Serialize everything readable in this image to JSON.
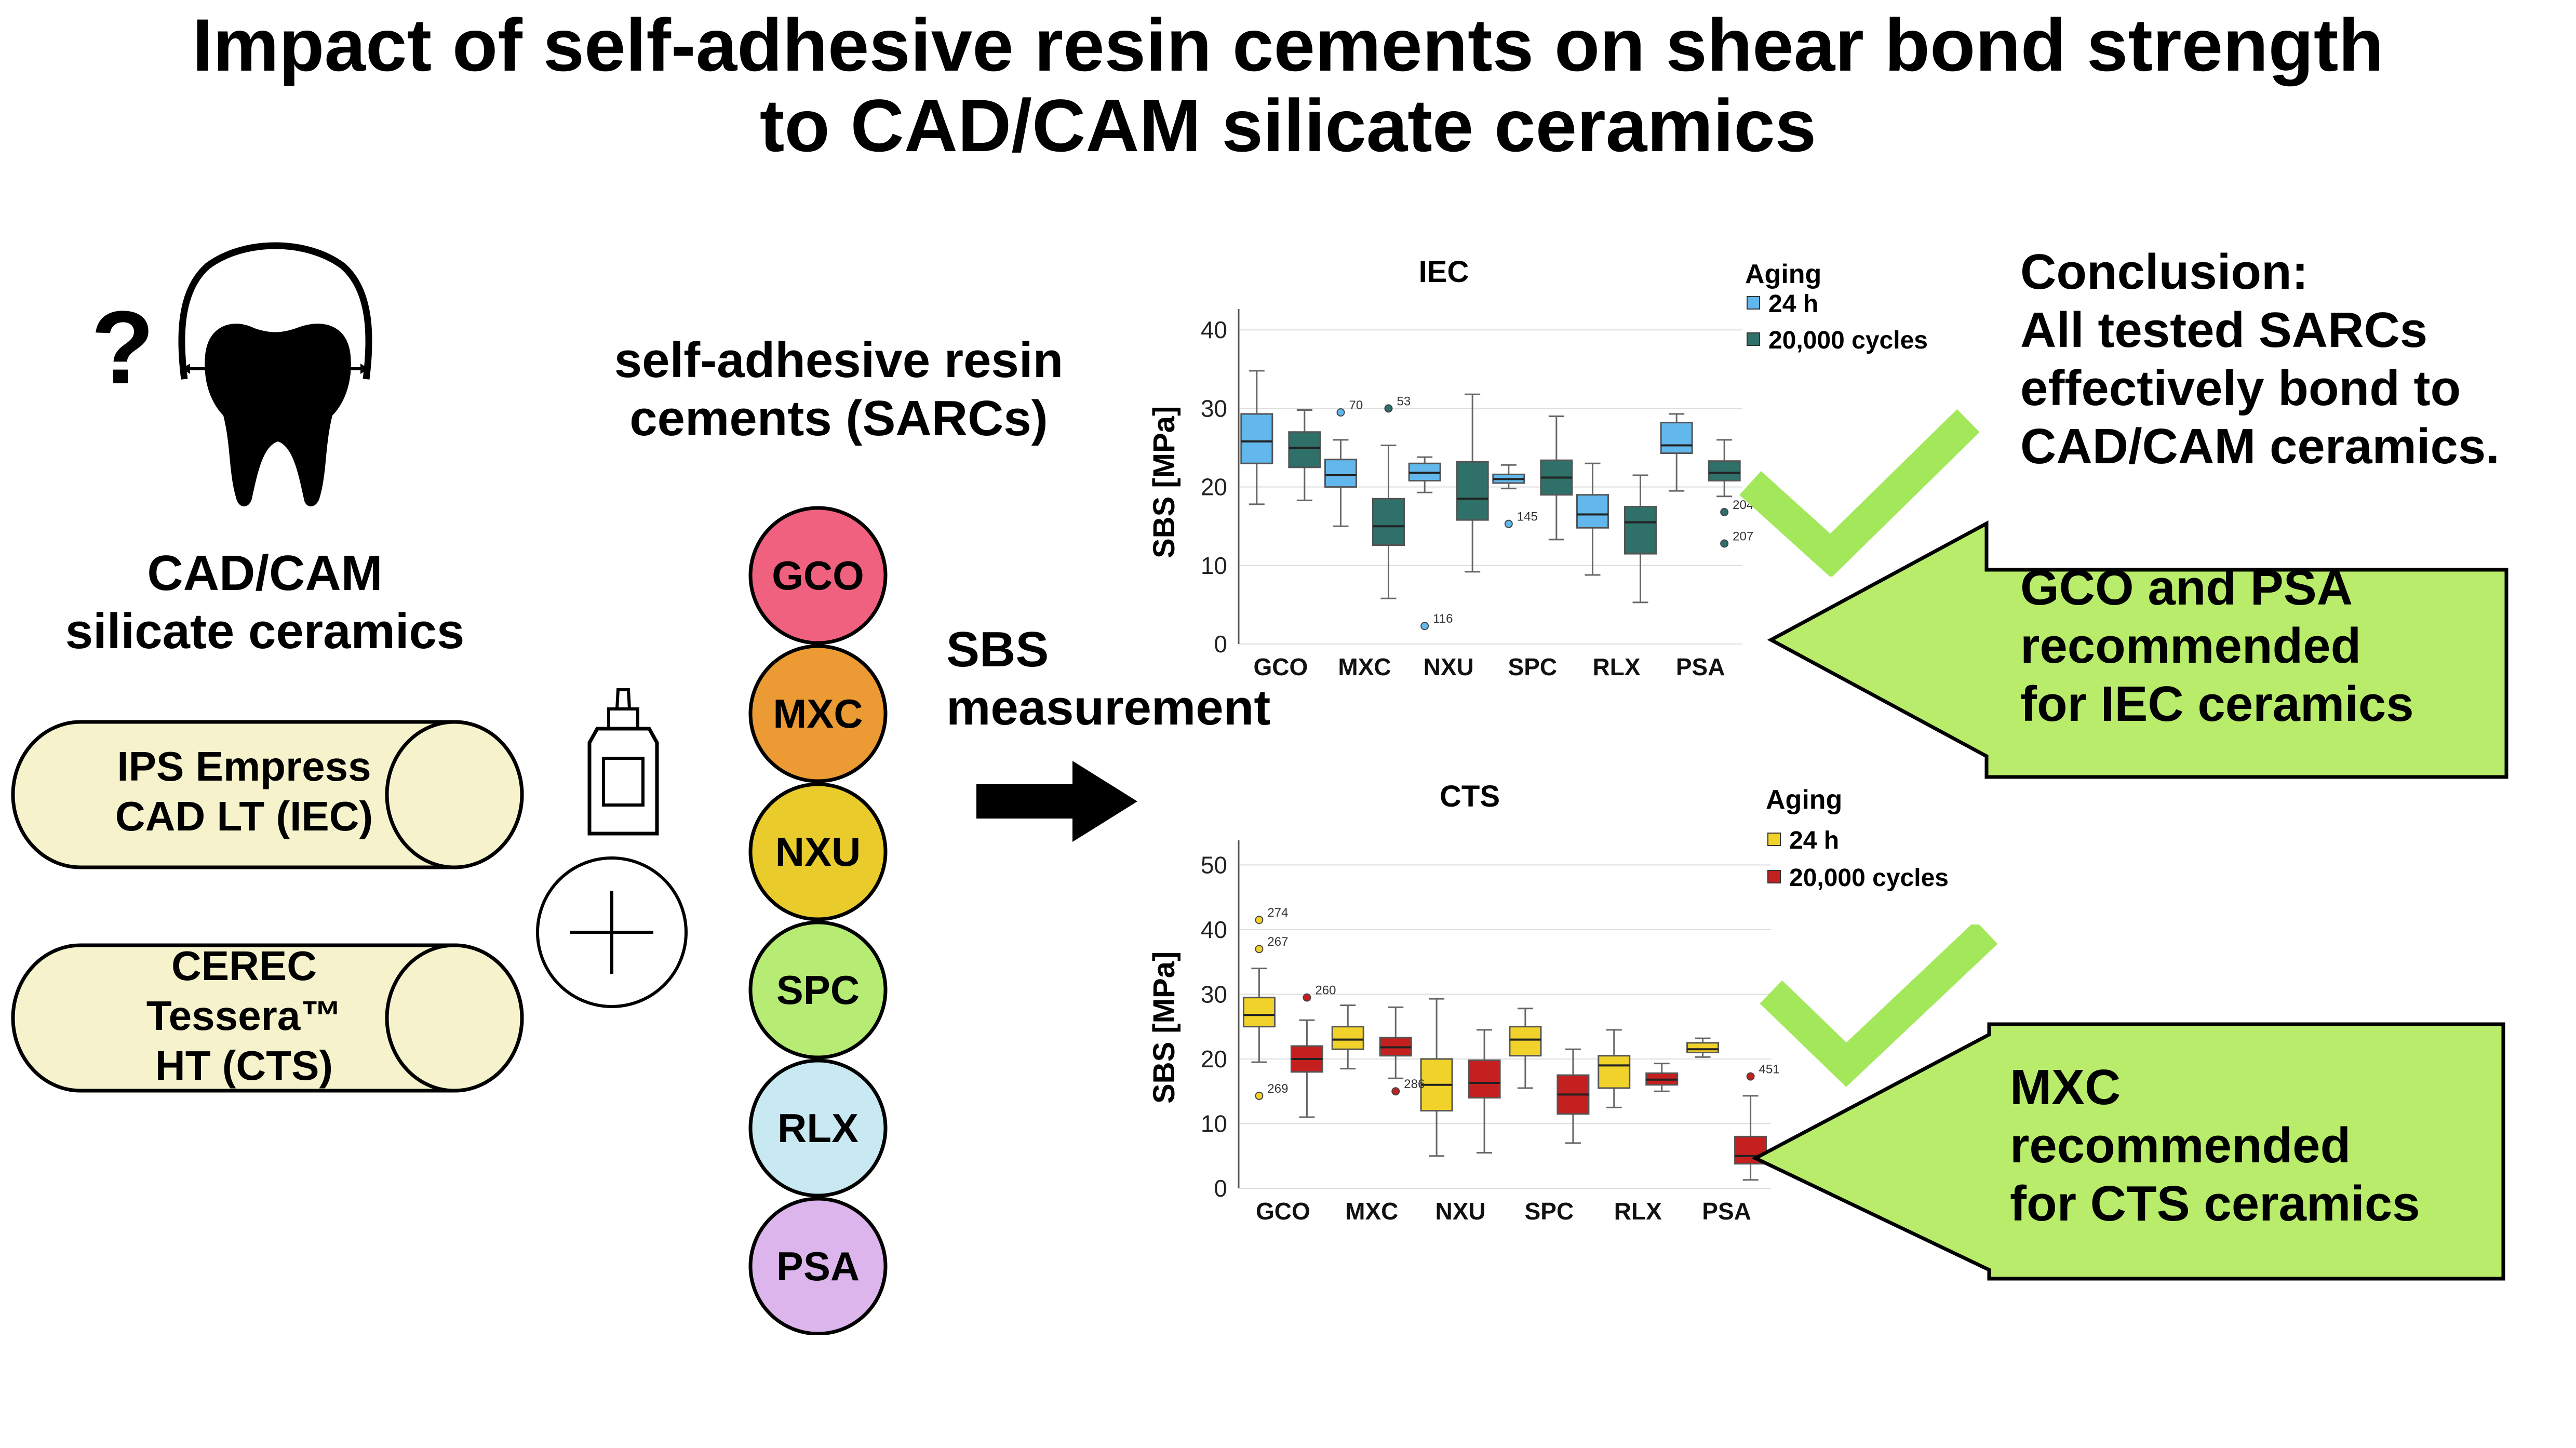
{
  "title": {
    "line1": "Impact of self-adhesive resin cements on shear bond strength",
    "line2": "to CAD/CAM silicate ceramics"
  },
  "question_mark": "?",
  "ceramics": {
    "heading_line1": "CAD/CAM",
    "heading_line2": "silicate ceramics",
    "items": [
      {
        "line1": "IPS Empress",
        "line2": "CAD LT (IEC)",
        "line3": ""
      },
      {
        "line1": "CEREC",
        "line2": "Tessera™",
        "line3": "HT (CTS)"
      }
    ]
  },
  "sarcs": {
    "heading_line1": "self-adhesive resin",
    "heading_line2": "cements (SARCs)",
    "cements": [
      {
        "label": "GCO",
        "color": "#f0607f"
      },
      {
        "label": "MXC",
        "color": "#ec9a34"
      },
      {
        "label": "NXU",
        "color": "#e9cc2c"
      },
      {
        "label": "SPC",
        "color": "#b6ec74"
      },
      {
        "label": "RLX",
        "color": "#c8e8f2"
      },
      {
        "label": "PSA",
        "color": "#dcb5ec"
      }
    ]
  },
  "measurement": {
    "line1": "SBS",
    "line2": "measurement"
  },
  "conclusion": {
    "line1": "Conclusion:",
    "line2": "All tested SARCs",
    "line3": "effectively bond to",
    "line4": "CAD/CAM ceramics."
  },
  "recommendations": [
    {
      "line1": "GCO and PSA",
      "line2": "recommended",
      "line3": "for IEC ceramics"
    },
    {
      "line1": "MXC",
      "line2": "recommended",
      "line3": "for CTS ceramics"
    }
  ],
  "colors": {
    "check_green": "#a3e85a",
    "rec_fill": "#b8ec6a",
    "pill_fill": "#f6f3cc",
    "iec_24h": "#62b8ec",
    "iec_aged": "#2f7068",
    "cts_24h": "#f0d22a",
    "cts_aged": "#c52020"
  },
  "chart_data": [
    {
      "type": "box",
      "title": "IEC",
      "xlabel": "",
      "ylabel": "SBS [MPa]",
      "ylim": [
        0,
        42
      ],
      "yticks": [
        0,
        10,
        20,
        30,
        40
      ],
      "categories": [
        "GCO",
        "MXC",
        "NXU",
        "SPC",
        "RLX",
        "PSA"
      ],
      "legend_title": "Aging",
      "legend_position": "top-right",
      "grid": true,
      "series": [
        {
          "name": "24 h",
          "color": "#62b8ec",
          "boxes": [
            {
              "min": 17.8,
              "q1": 23.0,
              "median": 25.8,
              "q3": 29.3,
              "max": 34.8
            },
            {
              "min": 15.0,
              "q1": 20.0,
              "median": 21.5,
              "q3": 23.5,
              "max": 26.0
            },
            {
              "min": 19.3,
              "q1": 20.8,
              "median": 21.8,
              "q3": 23.0,
              "max": 23.8
            },
            {
              "min": 19.8,
              "q1": 20.5,
              "median": 21.0,
              "q3": 21.6,
              "max": 22.8
            },
            {
              "min": 8.8,
              "q1": 14.8,
              "median": 16.5,
              "q3": 19.0,
              "max": 23.0
            },
            {
              "min": 19.5,
              "q1": 24.3,
              "median": 25.3,
              "q3": 28.2,
              "max": 29.3
            }
          ]
        },
        {
          "name": "20,000 cycles",
          "color": "#2f7068",
          "boxes": [
            {
              "min": 18.3,
              "q1": 22.5,
              "median": 25.0,
              "q3": 27.0,
              "max": 29.8
            },
            {
              "min": 5.8,
              "q1": 12.6,
              "median": 15.0,
              "q3": 18.5,
              "max": 25.3
            },
            {
              "min": 9.2,
              "q1": 15.8,
              "median": 18.5,
              "q3": 23.2,
              "max": 31.8
            },
            {
              "min": 13.3,
              "q1": 19.0,
              "median": 21.2,
              "q3": 23.4,
              "max": 29.0
            },
            {
              "min": 5.3,
              "q1": 11.5,
              "median": 15.5,
              "q3": 17.5,
              "max": 21.5
            },
            {
              "min": 18.8,
              "q1": 20.8,
              "median": 21.8,
              "q3": 23.3,
              "max": 26.0
            }
          ]
        }
      ],
      "outliers": [
        {
          "category": "MXC",
          "series": 0,
          "value": 29.5,
          "label": "70"
        },
        {
          "category": "MXC",
          "series": 1,
          "value": 30.0,
          "label": "53"
        },
        {
          "category": "NXU",
          "series": 0,
          "value": 2.3,
          "label": "116"
        },
        {
          "category": "SPC",
          "series": 0,
          "value": 15.3,
          "label": "145"
        },
        {
          "category": "PSA",
          "series": 1,
          "value": 16.8,
          "label": "204"
        },
        {
          "category": "PSA",
          "series": 1,
          "value": 12.8,
          "label": "207"
        }
      ]
    },
    {
      "type": "box",
      "title": "CTS",
      "xlabel": "",
      "ylabel": "SBS [MPa]",
      "ylim": [
        0,
        53
      ],
      "yticks": [
        0,
        10,
        20,
        30,
        40,
        50
      ],
      "categories": [
        "GCO",
        "MXC",
        "NXU",
        "SPC",
        "RLX",
        "PSA"
      ],
      "legend_title": "Aging",
      "legend_position": "top-right",
      "grid": true,
      "series": [
        {
          "name": "24 h",
          "color": "#f0d22a",
          "boxes": [
            {
              "min": 19.5,
              "q1": 25.0,
              "median": 26.8,
              "q3": 29.5,
              "max": 34.0
            },
            {
              "min": 18.5,
              "q1": 21.5,
              "median": 23.0,
              "q3": 25.0,
              "max": 28.3
            },
            {
              "min": 5.0,
              "q1": 12.0,
              "median": 16.0,
              "q3": 20.0,
              "max": 29.3
            },
            {
              "min": 15.5,
              "q1": 20.5,
              "median": 23.0,
              "q3": 25.0,
              "max": 27.8
            },
            {
              "min": 12.5,
              "q1": 15.5,
              "median": 19.0,
              "q3": 20.5,
              "max": 24.5
            },
            {
              "min": 20.3,
              "q1": 21.0,
              "median": 21.5,
              "q3": 22.5,
              "max": 23.2
            }
          ]
        },
        {
          "name": "20,000 cycles",
          "color": "#c52020",
          "boxes": [
            {
              "min": 11.0,
              "q1": 18.0,
              "median": 20.0,
              "q3": 22.0,
              "max": 26.0
            },
            {
              "min": 17.0,
              "q1": 20.5,
              "median": 21.8,
              "q3": 23.3,
              "max": 28.0
            },
            {
              "min": 5.5,
              "q1": 14.0,
              "median": 16.3,
              "q3": 19.8,
              "max": 24.5
            },
            {
              "min": 7.0,
              "q1": 11.5,
              "median": 14.5,
              "q3": 17.5,
              "max": 21.5
            },
            {
              "min": 15.0,
              "q1": 16.0,
              "median": 16.8,
              "q3": 17.8,
              "max": 19.3
            },
            {
              "min": 1.3,
              "q1": 3.8,
              "median": 5.0,
              "q3": 8.0,
              "max": 14.3
            }
          ]
        }
      ],
      "outliers": [
        {
          "category": "GCO",
          "series": 0,
          "value": 41.5,
          "label": "274"
        },
        {
          "category": "GCO",
          "series": 0,
          "value": 37.0,
          "label": "267"
        },
        {
          "category": "GCO",
          "series": 0,
          "value": 14.3,
          "label": "269"
        },
        {
          "category": "GCO",
          "series": 1,
          "value": 29.5,
          "label": "260"
        },
        {
          "category": "MXC",
          "series": 1,
          "value": 15.0,
          "label": "286"
        },
        {
          "category": "PSA",
          "series": 1,
          "value": 17.3,
          "label": "451"
        }
      ]
    }
  ]
}
